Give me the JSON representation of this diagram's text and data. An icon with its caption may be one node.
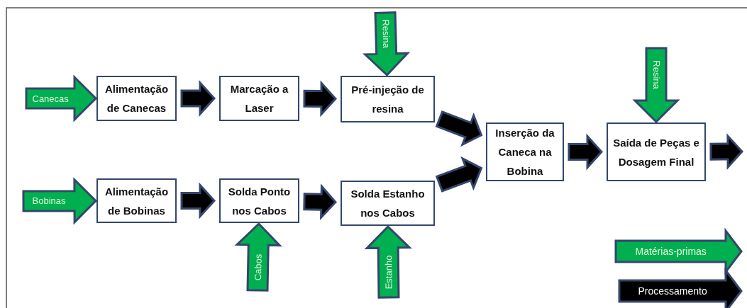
{
  "diagram": {
    "nodes": [
      {
        "text": [
          "Alimentação de Canecas"
        ]
      },
      {
        "text": [
          "Marcação a Laser"
        ]
      },
      {
        "text": [
          "Pré-injeção de resina"
        ]
      },
      {
        "text": [
          "Inserção da Caneca na Bobina"
        ]
      },
      {
        "text": [
          "Saída de Peças e Dosagem Final"
        ]
      },
      {
        "text": [
          "Alimentação de Bobinas"
        ]
      },
      {
        "text": [
          "Solda Ponto nos Cabos"
        ]
      },
      {
        "text": [
          "Solda Estanho nos Cabos"
        ]
      }
    ],
    "edges": [
      {
        "from": null,
        "to": 0,
        "arrow": "to",
        "label": "Canecas",
        "color": "#00b050"
      },
      {
        "from": null,
        "to": 5,
        "arrow": "to",
        "label": "Bobinas",
        "color": "#00b050"
      },
      {
        "from": null,
        "to": 2,
        "arrow": "to",
        "label": "Resina",
        "color": "#00b050"
      },
      {
        "from": null,
        "to": 4,
        "arrow": "to",
        "label": "Resina",
        "color": "#00b050"
      },
      {
        "from": null,
        "to": 6,
        "arrow": "to",
        "label": "Cabos",
        "color": "#00b050"
      },
      {
        "from": null,
        "to": 7,
        "arrow": "to",
        "label": "Estanho",
        "color": "#00b050"
      },
      {
        "from": 0,
        "to": 1,
        "arrow": "to"
      },
      {
        "from": 1,
        "to": 2,
        "arrow": "to"
      },
      {
        "from": 2,
        "to": 3,
        "arrow": "to"
      },
      {
        "from": 5,
        "to": 6,
        "arrow": "to"
      },
      {
        "from": 6,
        "to": 7,
        "arrow": "to"
      },
      {
        "from": 7,
        "to": 3,
        "arrow": "to"
      },
      {
        "from": 3,
        "to": 4,
        "arrow": "to"
      },
      {
        "from": 4,
        "to": null,
        "arrow": "to"
      }
    ],
    "legend": [
      {
        "text": "Matérias-primas",
        "color": "#00b050"
      },
      {
        "text": "Processamento",
        "color": "#000000"
      }
    ]
  }
}
